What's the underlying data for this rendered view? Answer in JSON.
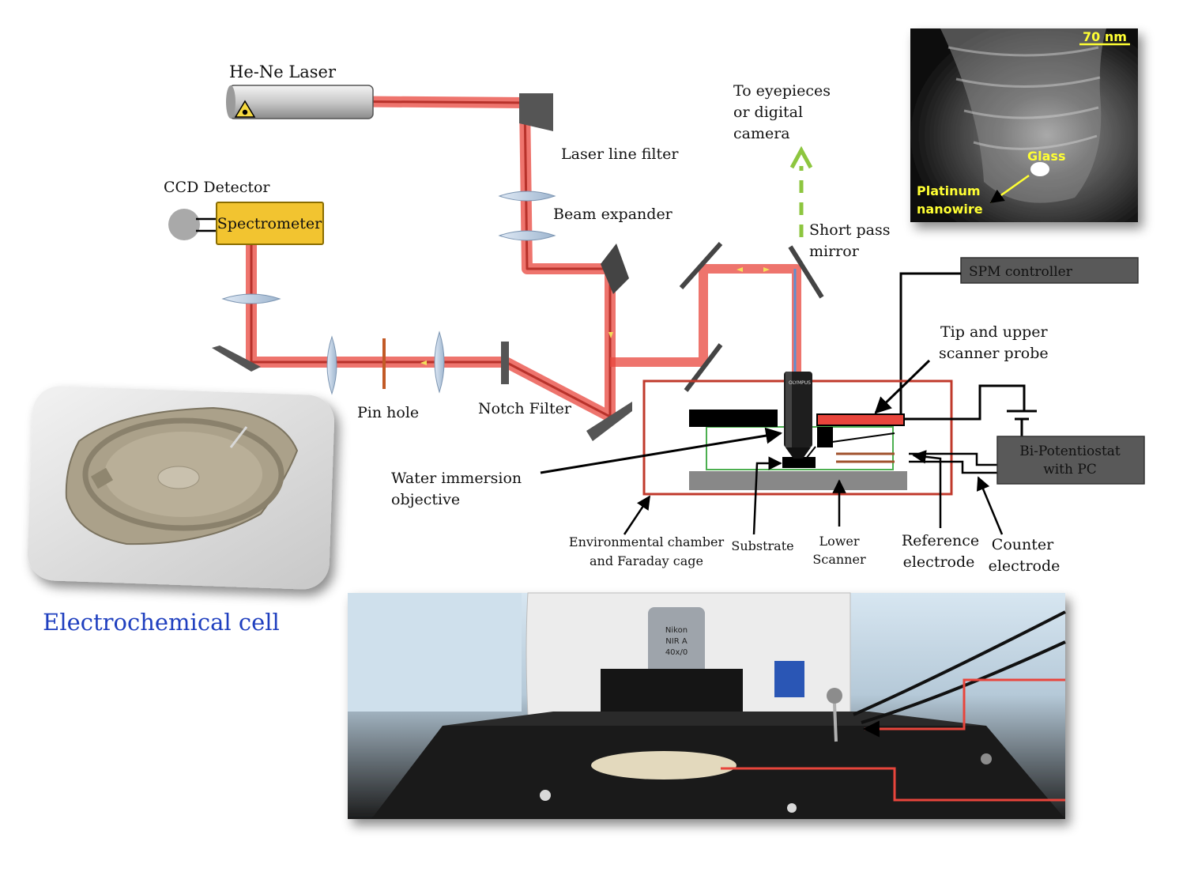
{
  "labels": {
    "laser": "He-Ne Laser",
    "laser_line_filter": "Laser line filter",
    "beam_expander": "Beam expander",
    "ccd_detector": "CCD Detector",
    "spectrometer": "Spectrometer",
    "pin_hole": "Pin hole",
    "notch_filter": "Notch Filter",
    "eyepieces_1": "To eyepieces",
    "eyepieces_2": "or digital",
    "eyepieces_3": "camera",
    "short_pass_1": "Short pass",
    "short_pass_2": "mirror",
    "spm_controller": "SPM controller",
    "tip_1": "Tip and upper",
    "tip_2": "scanner  probe",
    "potentiostat_1": "Bi-Potentiostat",
    "potentiostat_2": "with PC",
    "water_1": "Water immersion",
    "water_2": "objective",
    "env_1": "Environmental chamber",
    "env_2": "and Faraday cage",
    "substrate": "Substrate",
    "lower_1": "Lower",
    "lower_2": "Scanner",
    "reference_1": "Reference",
    "reference_2": "electrode",
    "counter_1": "Counter",
    "counter_2": "electrode",
    "objective_brand": "OLYMPUS",
    "electrochemical_cell": "Electrochemical cell"
  },
  "sem_inset": {
    "scale": "70 nm",
    "glass": "Glass",
    "platinum_1": "Platinum",
    "platinum_2": "nanowire"
  },
  "photo": {
    "objective_text_1": "Nikon",
    "objective_text_2": "NIR A",
    "objective_text_3": "40x/0"
  },
  "colors": {
    "beam": "#e8453c",
    "spectrometer_fill": "#f2c430",
    "controller_fill": "#595959",
    "controller_text": "#f6e58d",
    "chamber": "#c0392b",
    "inner_cell": "#4caf50",
    "camera_arrow": "#8dc63f",
    "cell_caption": "#1f3fbf",
    "sem_text": "#ffff33"
  }
}
